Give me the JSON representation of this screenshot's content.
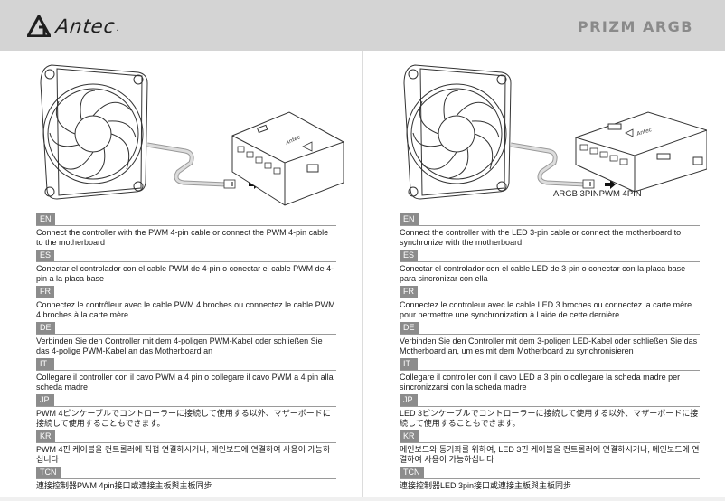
{
  "header": {
    "brand": "Antec",
    "product": "PRIZM ARGB",
    "background": "#d4d4d4",
    "product_color": "#8a8a8a"
  },
  "left_panel": {
    "illustration": "fan-to-controller-pwm-4pin",
    "connector_label": "",
    "sections": [
      {
        "lang": "EN",
        "text": "Connect the controller with the PWM 4-pin cable or connect the PWM 4-pin cable to the motherboard"
      },
      {
        "lang": "ES",
        "text": "Conectar el controlador con el cable PWM de 4-pin o conectar el cable PWM de 4-pin a la placa base"
      },
      {
        "lang": "FR",
        "text": "Connectez le contrôleur avec le cable PWM 4 broches ou connectez le cable PWM 4 broches à la carte mère"
      },
      {
        "lang": "DE",
        "text": "Verbinden Sie den Controller mit dem 4-poligen PWM-Kabel oder schließen Sie das 4-polige PWM-Kabel an das Motherboard an"
      },
      {
        "lang": "IT",
        "text": "Collegare il controller con il cavo PWM a 4 pin o collegare il cavo PWM a 4 pin alla scheda madre"
      },
      {
        "lang": "JP",
        "text": "PWM 4ピンケーブルでコントローラーに接続して使用する以外、マザーボードに接続して使用することもできます。"
      },
      {
        "lang": "KR",
        "text": "PWM 4핀 케이블을 컨트롤러에 직접 연결하시거나, 메인보드에 연결하여 사용이 가능하십니다"
      },
      {
        "lang": "TCN",
        "text": "連接控制器PWM 4pin接口或連接主板與主板同步"
      }
    ]
  },
  "right_panel": {
    "illustration": "fan-to-controller-argb-3pin",
    "connector_label": "ARGB 3PINPWM 4PIN",
    "sections": [
      {
        "lang": "EN",
        "text": "Connect the controller with the LED 3-pin cable or connect the motherboard to synchronize with the motherboard"
      },
      {
        "lang": "ES",
        "text": "Conectar el controlador con el cable LED de 3-pin o conectar con la placa base para sincronizar con ella"
      },
      {
        "lang": "FR",
        "text": "Connectez le controleur avec le cable LED 3 broches ou connectez la carte mère pour permettre une synchronization à l aide de cette dernière"
      },
      {
        "lang": "DE",
        "text": "Verbinden Sie den Controller mit dem 3-poligen LED-Kabel oder schließen Sie das Motherboard an, um es mit dem Motherboard zu synchronisieren"
      },
      {
        "lang": "IT",
        "text": "Collegare il controller con il cavo LED a 3 pin o collegare la scheda madre per sincronizzarsi con la scheda madre"
      },
      {
        "lang": "JP",
        "text": "LED 3ピンケーブルでコントローラーに接続して使用する以外、マザーボードに接続して使用することもできます。"
      },
      {
        "lang": "KR",
        "text": "메인보드와 동기화를 위하여, LED 3핀 케이블을 컨트롤러에 연결하시거나, 메인보드에 연결하여 사용이 가능하십니다"
      },
      {
        "lang": "TCN",
        "text": "連接控制器LED 3pin接口或連接主板與主板同步"
      }
    ]
  },
  "colors": {
    "tag_bg": "#8c8c8c",
    "tag_text": "#ffffff",
    "rule": "#9a9a9a"
  }
}
